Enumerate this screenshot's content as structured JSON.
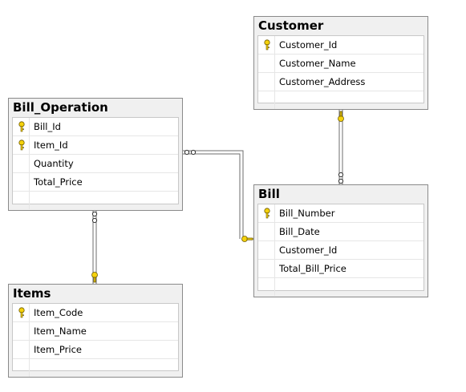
{
  "diagram": {
    "tables": [
      {
        "id": "customer",
        "title": "Customer",
        "columns": [
          {
            "name": "Customer_Id",
            "pk": true
          },
          {
            "name": "Customer_Name",
            "pk": false
          },
          {
            "name": "Customer_Address",
            "pk": false
          }
        ]
      },
      {
        "id": "bill_operation",
        "title": "Bill_Operation",
        "columns": [
          {
            "name": "Bill_Id",
            "pk": true
          },
          {
            "name": "Item_Id",
            "pk": true
          },
          {
            "name": "Quantity",
            "pk": false
          },
          {
            "name": "Total_Price",
            "pk": false
          }
        ]
      },
      {
        "id": "bill",
        "title": "Bill",
        "columns": [
          {
            "name": "Bill_Number",
            "pk": true
          },
          {
            "name": "Bill_Date",
            "pk": false
          },
          {
            "name": "Customer_Id",
            "pk": false
          },
          {
            "name": "Total_Bill_Price",
            "pk": false
          }
        ]
      },
      {
        "id": "items",
        "title": "Items",
        "columns": [
          {
            "name": "Item_Code",
            "pk": true
          },
          {
            "name": "Item_Name",
            "pk": false
          },
          {
            "name": "Item_Price",
            "pk": false
          }
        ]
      }
    ],
    "relationships": [
      {
        "from": "Customer",
        "to": "Bill",
        "one_end": "Customer",
        "many_end": "Bill"
      },
      {
        "from": "Bill",
        "to": "Bill_Operation",
        "one_end": "Bill",
        "many_end": "Bill_Operation"
      },
      {
        "from": "Items",
        "to": "Bill_Operation",
        "one_end": "Items",
        "many_end": "Bill_Operation"
      }
    ],
    "colors": {
      "key": "#d4b106",
      "line": "#6e6e6e",
      "header_bg": "#f0f0f0"
    }
  }
}
